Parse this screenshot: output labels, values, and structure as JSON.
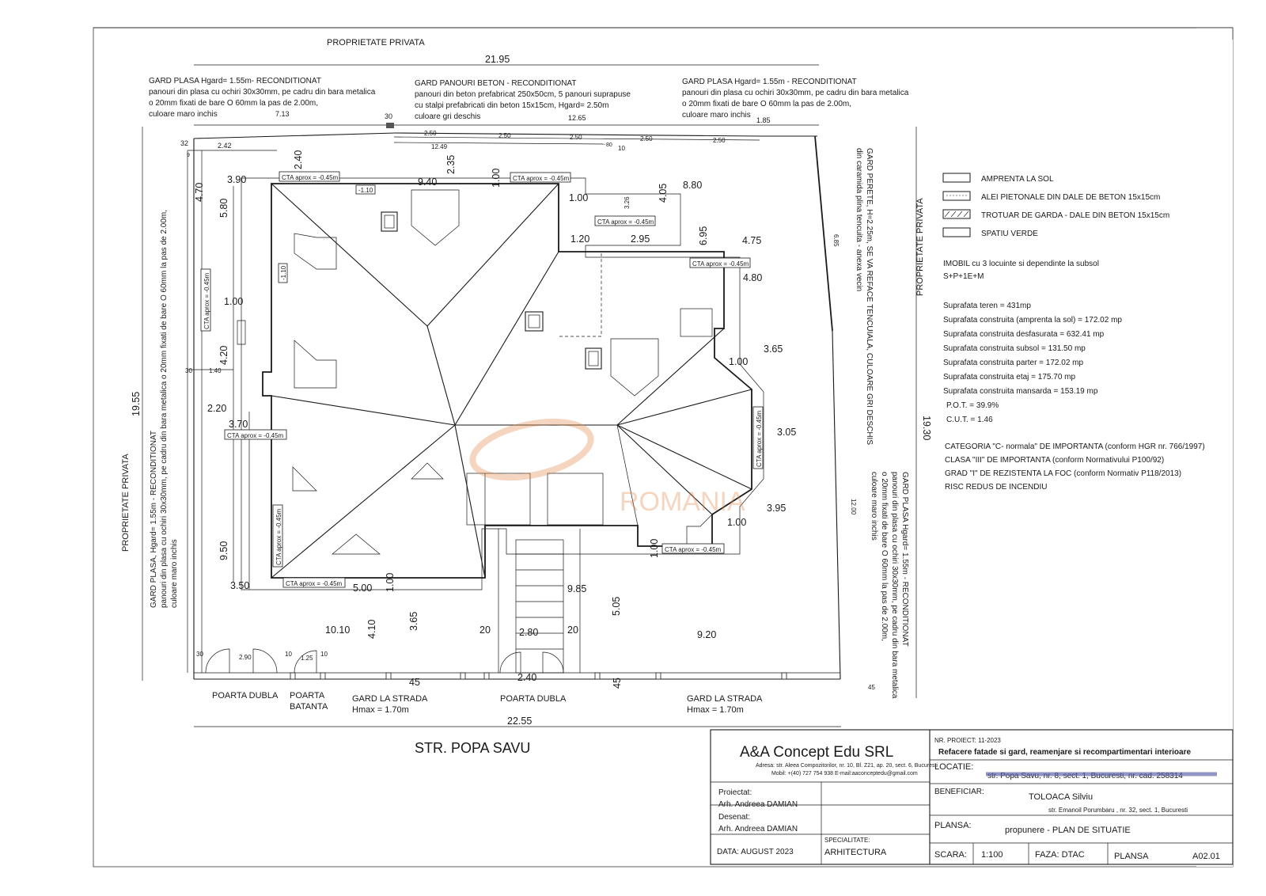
{
  "drawing": {
    "top_neighbor": "PROPRIETATE PRIVATA",
    "left_neighbor": "PROPRIETATE PRIVATA",
    "right_neighbor": "PROPRIETATE PRIVATA",
    "street": "STR. POPA SAVU",
    "watermark": "ROMANIA"
  },
  "fence_notes": {
    "top_left": [
      "GARD PLASA Hgard= 1.55m- RECONDITIONAT",
      "panouri din plasa cu ochiri 30x30mm, pe cadru din bara metalica",
      "o 20mm fixati de bare O 60mm la pas de 2.00m,",
      "culoare maro inchis"
    ],
    "top_middle": [
      "GARD PANOURI BETON - RECONDITIONAT",
      "panouri din beton prefabricat 250x50cm, 5 panouri suprapuse",
      "cu stalpi prefabricati din beton 15x15cm, Hgard= 2.50m",
      "culoare gri deschis"
    ],
    "top_right": [
      "GARD PLASA Hgard= 1.55m - RECONDITIONAT",
      "panouri din plasa cu ochiri 30x30mm, pe cadru din bara metalica",
      "o 20mm fixati de bare O 60mm la pas de 2.00m,",
      "culoare maro inchis"
    ],
    "left": [
      "GARD PLASA, Hgard= 1.55m - RECONDITIONAT",
      "panouri din plasa cu ochiri 30x30mm, pe cadru din bara metalica o 20mm fixati de bare O 60mm la pas de 2.00m,",
      "culoare maro inchis"
    ],
    "right_wall": [
      "GARD PERETE, H=2.25m, SE VA REFACE TENCUIALA, CULOARE GRI DESCHIS",
      "din caramida plina tencuita - anexa vecin"
    ],
    "right_mesh": [
      "GARD PLASA Hgard= 1.55m - RECONDITIONAT",
      "panouri din plasa cu ochiri 30x30mm, pe cadru din bara metalica",
      "o 20mm fixati de bare O 60mm la pas de 2.00m,",
      "culoare maro inchis"
    ]
  },
  "bottom_labels": {
    "gate_double_left": "POARTA DUBLA",
    "gate_single": [
      "POARTA",
      "BATANTA"
    ],
    "street_fence_left": [
      "GARD LA STRADA",
      "Hmax = 1.70m"
    ],
    "gate_double_mid": "POARTA DUBLA",
    "street_fence_right": [
      "GARD LA STRADA",
      "Hmax = 1.70m"
    ]
  },
  "cta_label": "CTA aprox = -0.45m",
  "level_label": "-1.10",
  "dimensions": {
    "total_width_top": "21.95",
    "total_width_bottom": "22.55",
    "left_height": "19.55",
    "right_height": "19.30",
    "top_7_13": "7.13",
    "top_30": "30",
    "top_12_65": "12.65",
    "top_1_85": "1.85",
    "seg_2_50": "2.50",
    "seg_12_49": "12.49",
    "seg_80": "80",
    "seg_10": "10",
    "d_32": "32",
    "d_9": "9",
    "d_2_42": "2.42",
    "d_2_40": "2.40",
    "d_2_35": "2.35",
    "d_3_90": "3.90",
    "d_9_40": "9.40",
    "d_1_00": "1.00",
    "d_4_70": "4.70",
    "d_5_80": "5.80",
    "d_3_26": "3.26",
    "d_4_05": "4.05",
    "d_8_80": "8.80",
    "d_6_95": "6.95",
    "d_1_20": "1.20",
    "d_2_95": "2.95",
    "d_4_75": "4.75",
    "d_4_80": "4.80",
    "d_6_85": "6.85",
    "d_4_20": "4.20",
    "d_1_40": "1.40",
    "d_30": "30",
    "d_2_20": "2.20",
    "d_3_70": "3.70",
    "d_3_65": "3.65",
    "d_3_05": "3.05",
    "d_3_95": "3.95",
    "d_12_00": "12.00",
    "d_9_50": "9.50",
    "d_3_50": "3.50",
    "d_5_00": "5.00",
    "d_9_85": "9.85",
    "d_5_05": "5.05",
    "d_10_10": "10.10",
    "d_4_10": "4.10",
    "d_20": "20",
    "d_2_80": "2.80",
    "d_9_20": "9.20",
    "d_2_90": "2.90",
    "d_1_25": "1.25",
    "d_10": "10",
    "d_45": "45",
    "d_2_40b": "2.40"
  },
  "legend": [
    {
      "label": "AMPRENTA LA SOL",
      "pattern": "plain"
    },
    {
      "label": "ALEI PIETONALE DIN DALE DE BETON 15x15cm",
      "pattern": "tiles"
    },
    {
      "label": "TROTUAR DE GARDA - DALE DIN BETON 15x15cm",
      "pattern": "hatch"
    },
    {
      "label": "SPATIU VERDE",
      "pattern": "plain"
    }
  ],
  "project_info": {
    "building": "IMOBIL cu 3 locuinte si dependinte la subsol",
    "height_regime": "S+P+1E+M",
    "stats": [
      "Suprafata teren = 431mp",
      "Suprafata construita (amprenta la sol) = 172.02 mp",
      "Suprafata construita desfasurata = 632.41 mp",
      "Suprafata construita subsol = 131.50 mp",
      "Suprafata construita parter = 172.02 mp",
      "Suprafata construita etaj = 175.70 mp",
      "Suprafata construita mansarda = 153.19 mp",
      "P.O.T. = 39.9%",
      "C.U.T. = 1.46"
    ],
    "categories": [
      "CATEGORIA \"C- normala\" DE IMPORTANTA (conform HGR nr. 766/1997)",
      "CLASA \"III\" DE IMPORTANTA (conform Normativului P100/92)",
      "GRAD \"I\" DE REZISTENTA LA FOC (conform Normativ P118/2013)",
      "RISC REDUS DE INCENDIU"
    ]
  },
  "title_block": {
    "company": "A&A Concept Edu SRL",
    "address": "Adresa: str. Aleea Compozitorilor, nr. 10, Bl. Z21, ap. 20, sect. 6, Bucuresti",
    "contact": "Mobil: +(40) 727 754 938   E-mail:aaconceptedu@gmail.com",
    "designed_label": "Proiectat:",
    "designed_by": "Arh. Andreea DAMIAN",
    "drawn_label": "Desenat:",
    "drawn_by": "Arh. Andreea DAMIAN",
    "date": "DATA: AUGUST 2023",
    "specialty_label": "SPECIALITATE:",
    "specialty": "ARHITECTURA",
    "project_no": "NR. PROIECT: 11-2023",
    "project_title": "Refacere fatade si gard, reamenjare si recompartimentari interioare",
    "location_label": "LOCATIE:",
    "location_value": "str. Popa Savu, nr. 8, sect. 1, Bucuresti, nr. cad. 258314",
    "beneficiary_label": "BENEFICIAR:",
    "beneficiary": "TOLOACA Silviu",
    "beneficiary_address": "str. Emanoil Porumbaru , nr. 32, sect. 1, Bucuresti",
    "sheet_label": "PLANSA:",
    "sheet_name": "propunere - PLAN DE SITUATIE",
    "scale_label": "SCARA:",
    "scale": "1:100",
    "phase": "FAZA: DTAC",
    "plansa_label": "PLANSA",
    "plansa_code": "A02.01"
  }
}
